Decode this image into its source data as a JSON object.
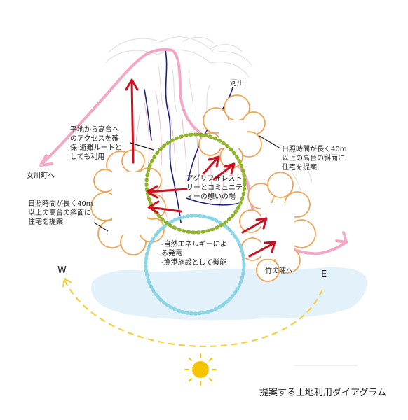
{
  "caption": "提案する土地利用ダイアグラム",
  "labels": {
    "river": "河川",
    "to_onagawa": "女川町へ",
    "to_takenoura": "竹の浦へ",
    "west": "W",
    "east": "E",
    "evac_route": [
      "平地から高台へ",
      "のアクセスを確",
      "保-避難ルートと",
      "しても利用"
    ],
    "housing_left": [
      "日照時間が長く40m",
      "以上の高台の斜面に",
      "住宅を提案"
    ],
    "housing_right": [
      "日照時間が長く40m",
      "以上の高台の斜面に",
      "住宅を提案"
    ],
    "agroforestry": [
      "アグリフォレスト",
      "リーとコミュニテ",
      "ィーの憩いの場"
    ],
    "energy": [
      "-自然エネルギーによ",
      "る発電",
      "-漁港施設として機能"
    ]
  },
  "colors": {
    "coast_road": "#f4a6c6",
    "arrows": "#cc1020",
    "housing": "#f0a458",
    "agro_circle": "#8fb52c",
    "energy_circle": "#8ad6e6",
    "sea": "#e3f1fb",
    "sun": "#f6c400",
    "sun_arc": "#f4d03f",
    "rivers": "#1a1f7a"
  }
}
